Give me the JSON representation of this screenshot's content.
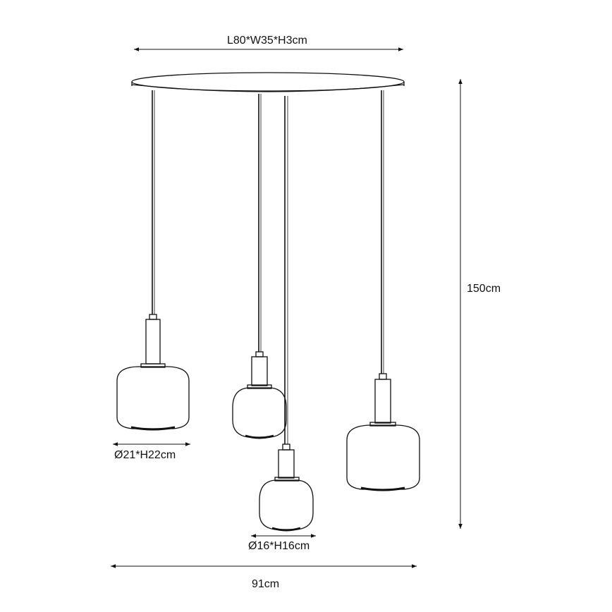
{
  "labels": {
    "top": "L80*W35*H3cm",
    "height": "150cm",
    "large_shade": "Ø21*H22cm",
    "small_shade": "Ø16*H16cm",
    "width": "91cm"
  },
  "colors": {
    "line": "#111111",
    "background": "#ffffff"
  }
}
